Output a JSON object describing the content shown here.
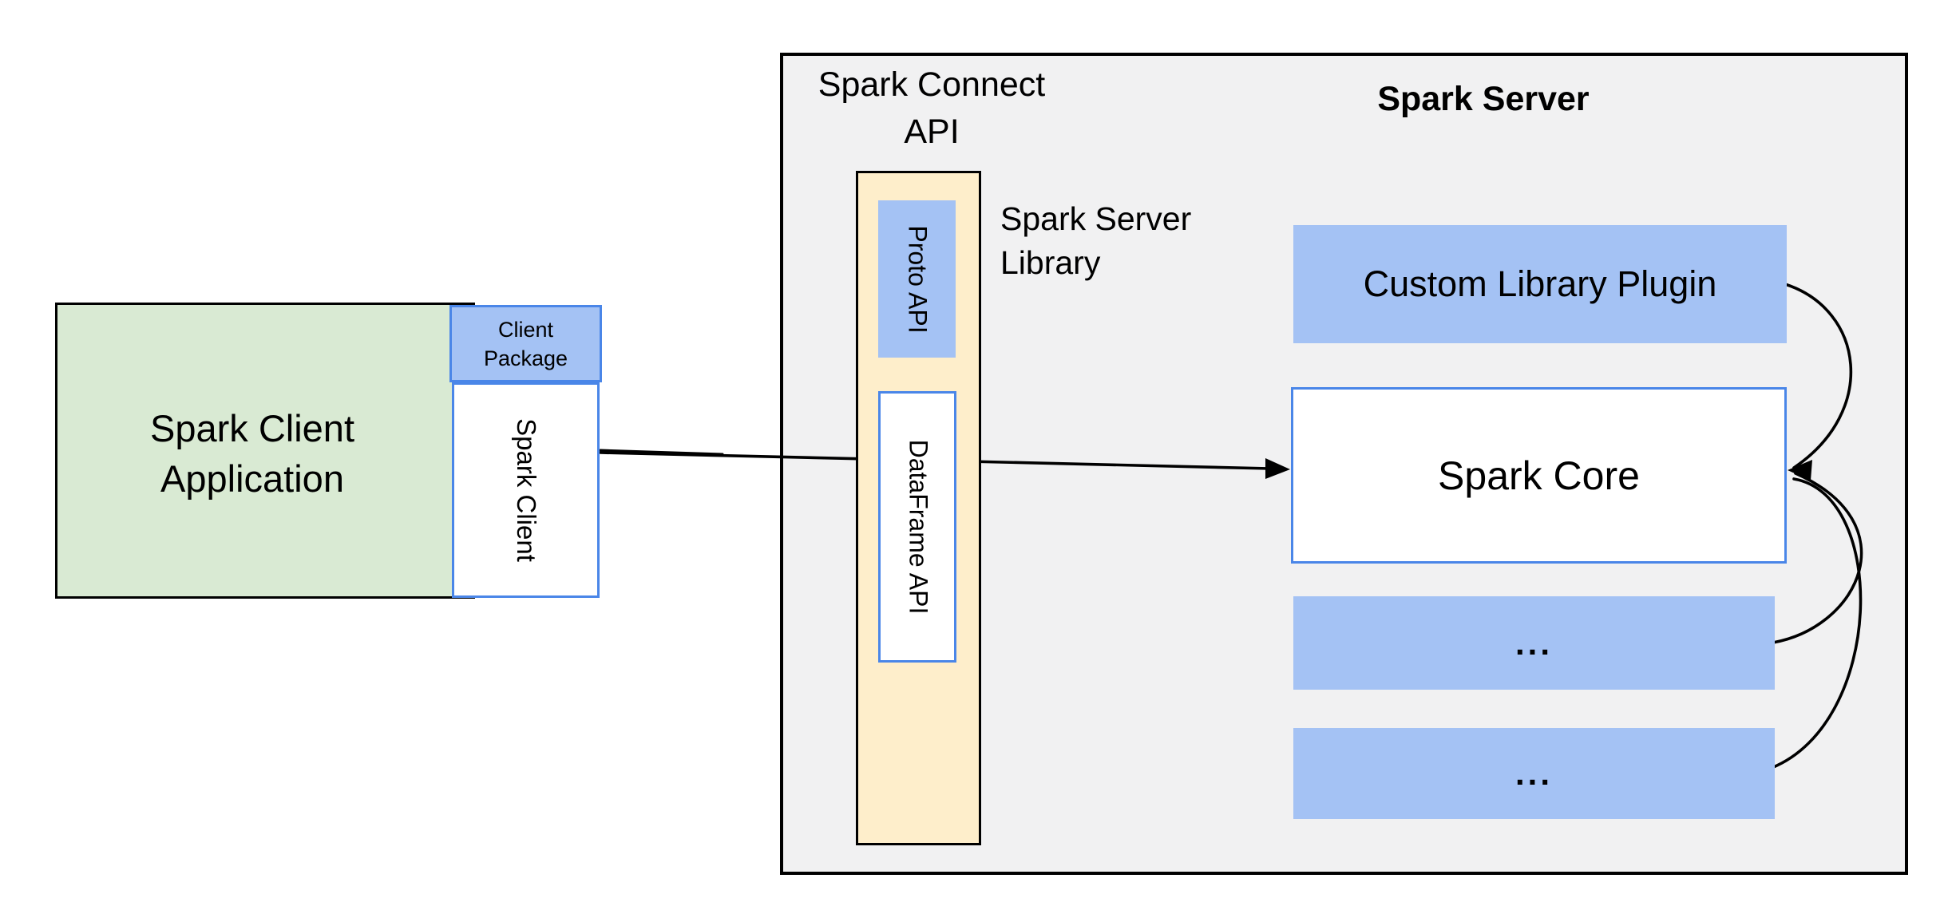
{
  "colors": {
    "canvas-bg": "#ffffff",
    "container-fill": "#f1f1f2",
    "container-border": "#000000",
    "green-fill": "#d9ead3",
    "blue-fill": "#a4c2f4",
    "blue-border": "#4a86e8",
    "yellow-fill": "#feeecb",
    "arrow-color": "#000000",
    "text-color": "#000000"
  },
  "client_side": {
    "application": {
      "line1": "Spark Client",
      "line2": "Application"
    },
    "package": {
      "line1": "Client",
      "line2": "Package"
    },
    "spark_client_label": "Spark Client"
  },
  "connect_api": {
    "title_line1": "Spark Connect",
    "title_line2": "API",
    "proto_api_label": "Proto API",
    "dataframe_api_label": "DataFrame API",
    "library_caption_line1": "Spark Server",
    "library_caption_line2": "Library"
  },
  "server": {
    "title": "Spark Server",
    "custom_plugin_label": "Custom Library Plugin",
    "core_label": "Spark Core",
    "placeholder1_label": "...",
    "placeholder2_label": "..."
  }
}
